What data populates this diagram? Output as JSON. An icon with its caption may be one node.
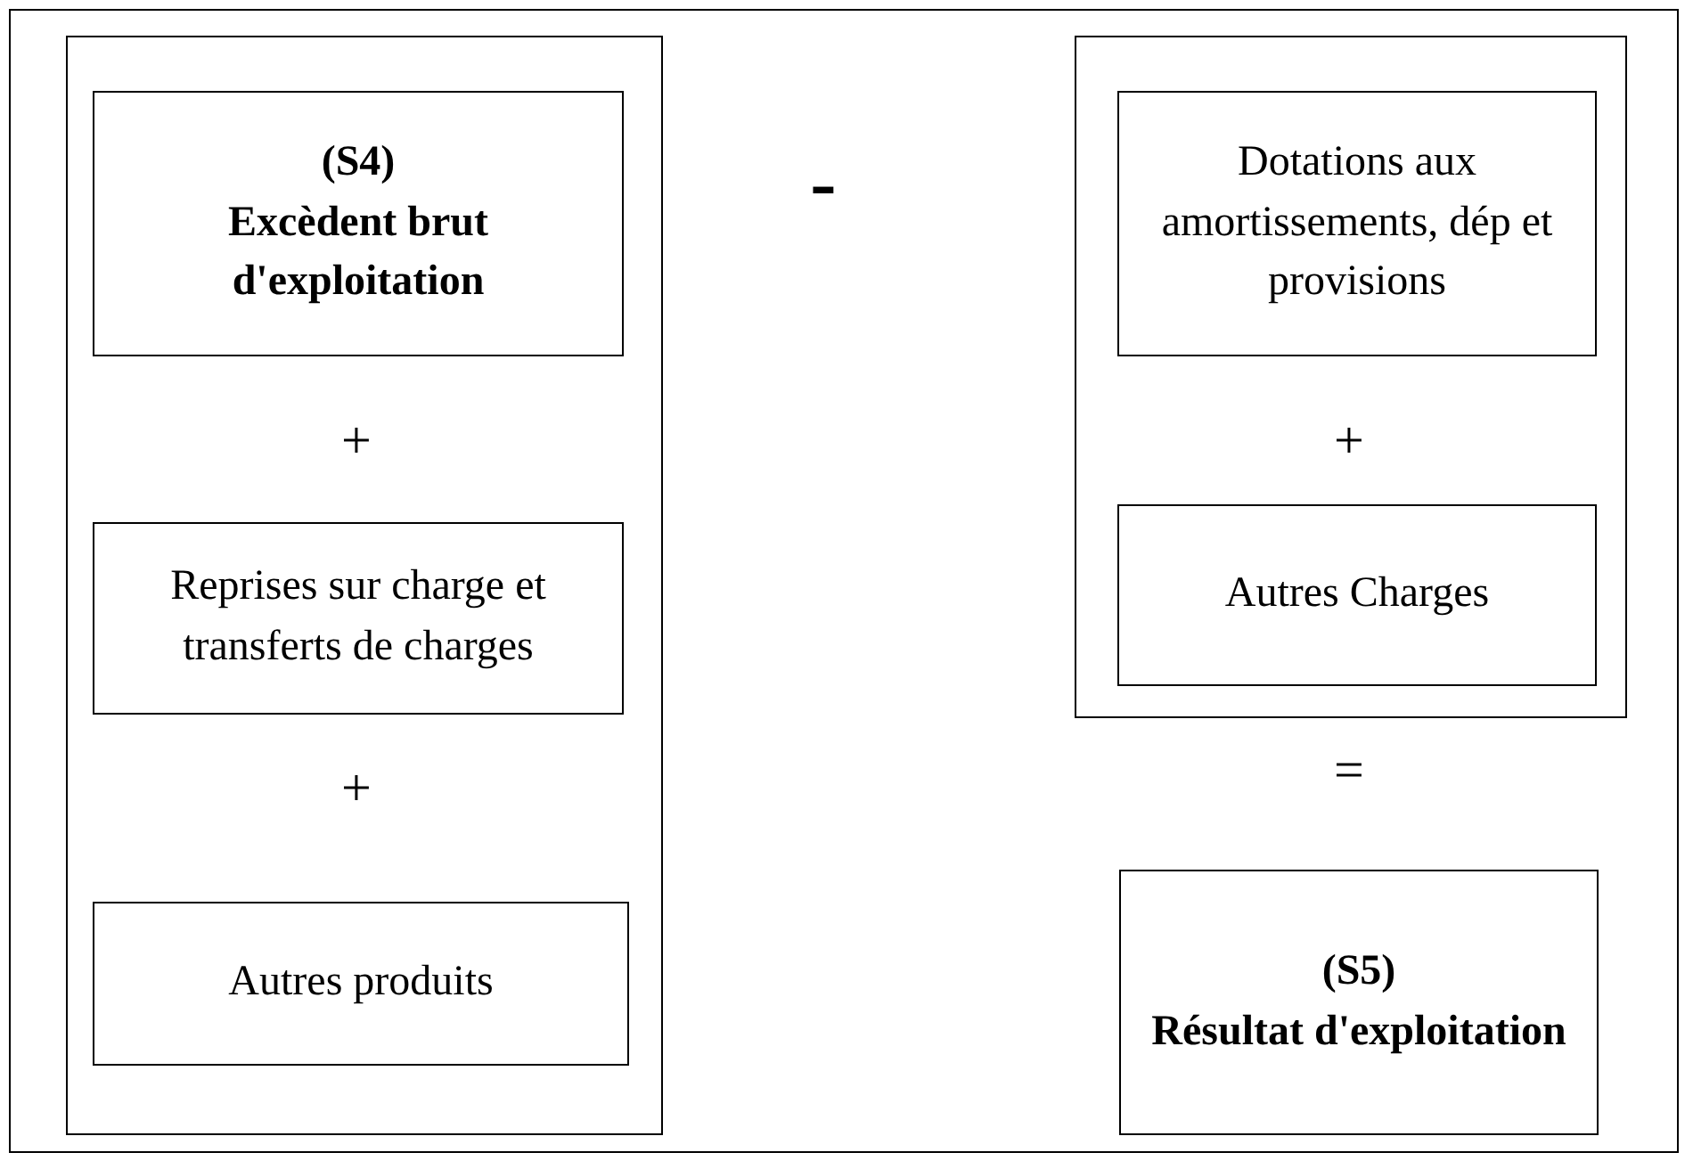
{
  "diagram": {
    "nodes": [
      {
        "text": [],
        "shape": "box"
      },
      {
        "text": [
          "(S4)",
          "Excèdent brut d'exploitation"
        ],
        "in": 0
      },
      {
        "text": [
          "Reprises sur charge et transferts de charges"
        ],
        "in": 0
      },
      {
        "text": [
          "Autres produits"
        ],
        "in": 0
      },
      {
        "text": [],
        "shape": "box"
      },
      {
        "text": [
          "Dotations aux amortissements, dép et provisions"
        ],
        "in": 4
      },
      {
        "text": [
          "Autres Charges"
        ],
        "in": 4
      },
      {
        "text": [
          "(S5)",
          "Résultat d'exploitation"
        ]
      }
    ],
    "edges": [],
    "labels": [
      "-",
      "+",
      "+",
      "+",
      "="
    ]
  }
}
